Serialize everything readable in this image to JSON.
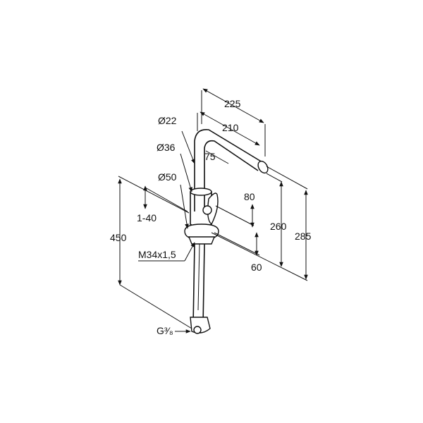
{
  "labels": {
    "dim_225": "225",
    "dim_210": "210",
    "dim_75": "75",
    "dim_80": "80",
    "dim_260": "260",
    "dim_285": "285",
    "dim_60": "60",
    "dim_450": "450",
    "dim_1_40": "1-40",
    "dia_22": "Ø22",
    "dia_36": "Ø36",
    "dia_50": "Ø50",
    "thread_m34": "M34x1,5",
    "thread_g38": "G³⁄₈"
  },
  "colors": {
    "ink": "#111111",
    "paper": "#ffffff"
  }
}
